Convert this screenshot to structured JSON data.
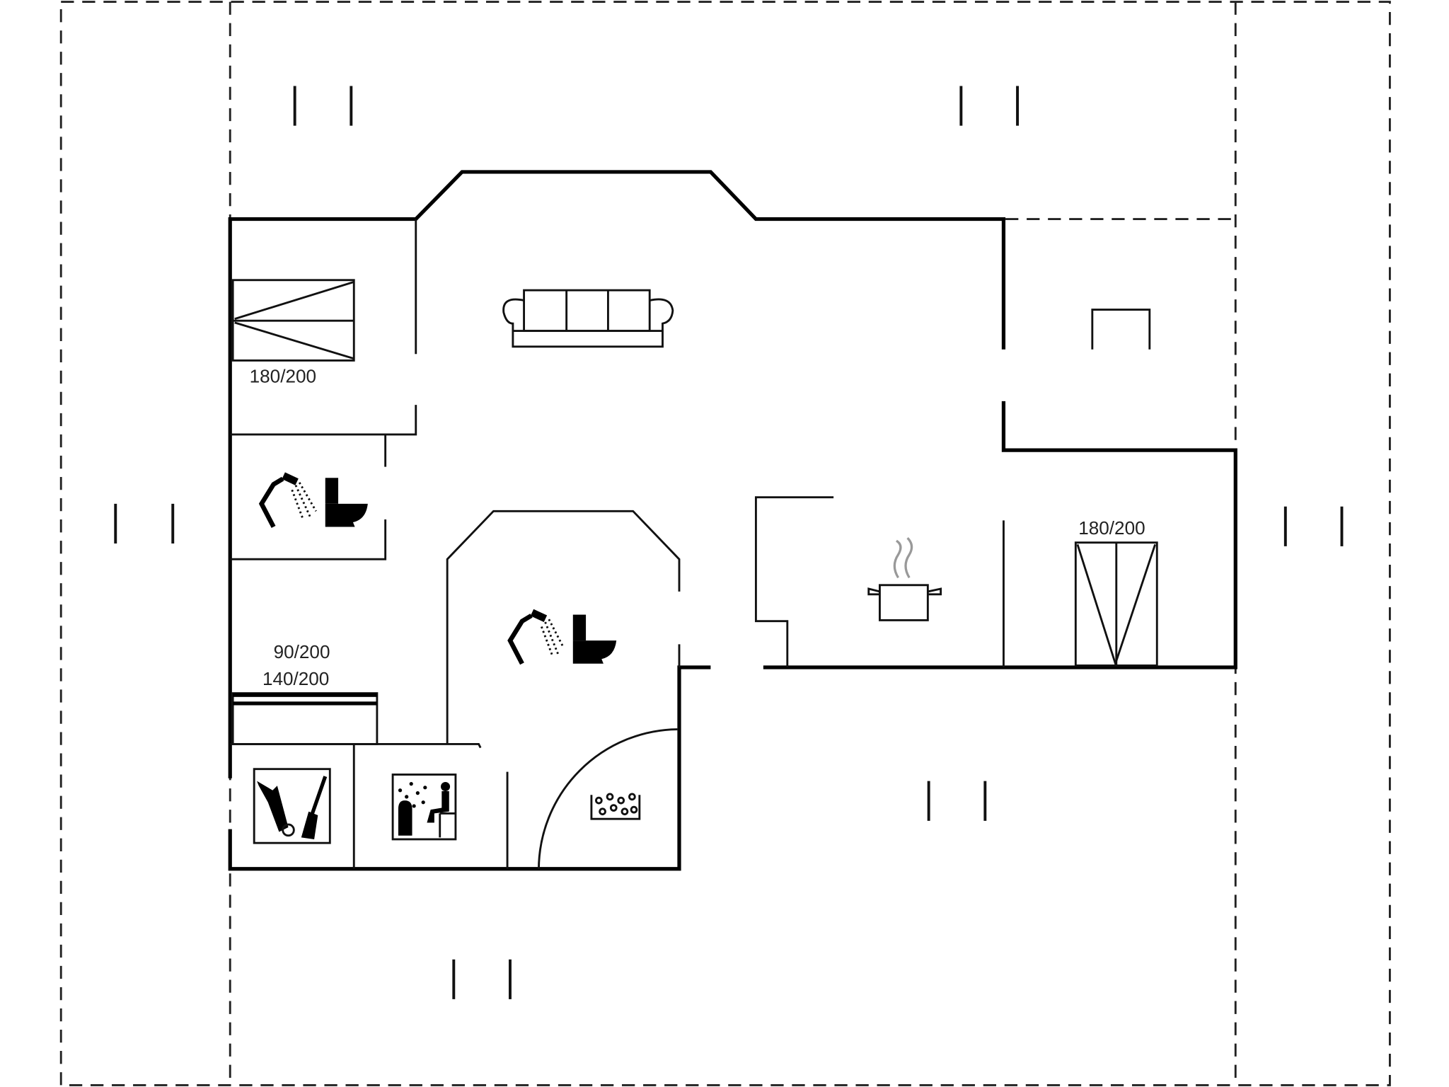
{
  "bed_labels": {
    "bedroom_top_left": "180/200",
    "bedroom_right": "180/200",
    "bunk_upper": "90/200",
    "bunk_lower": "140/200"
  },
  "icons": [
    "sofa-icon",
    "shower-icon",
    "toilet-icon",
    "cooking-pot-icon",
    "utility-icon",
    "sauna-icon",
    "spa-whirlpool-icon",
    "bed-icon"
  ]
}
